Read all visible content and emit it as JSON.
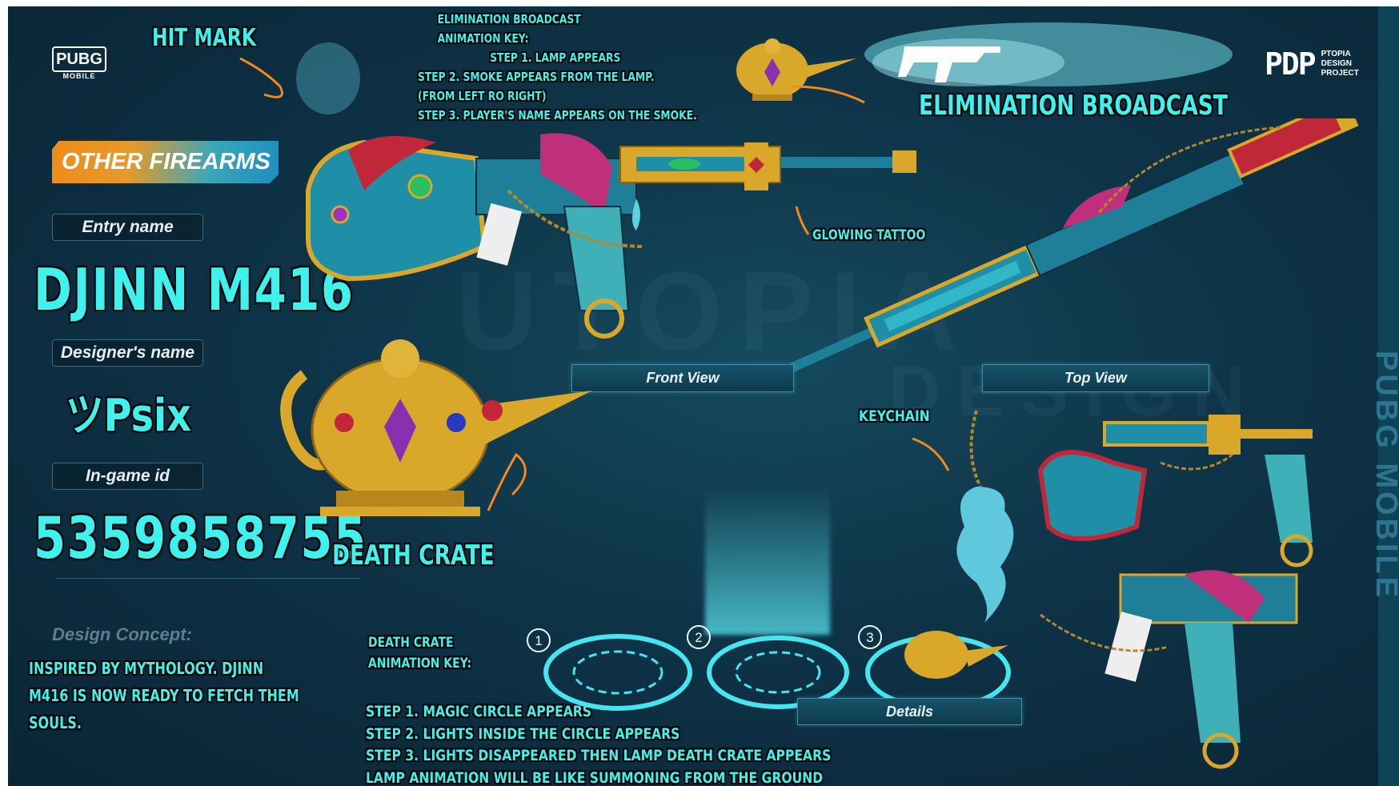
{
  "logos": {
    "pubg": "PUBG",
    "pubg_sub": "MOBILE",
    "pdp": "PDP",
    "pdp_text": [
      "PTOPIA",
      "DESIGN",
      "PROJECT"
    ]
  },
  "watermark": {
    "center": "UTOPIA",
    "center2": "DESIGN",
    "side": "PUBG MOBILE"
  },
  "hit_mark": "HIT MARK",
  "elimination": {
    "key_title": [
      "ELIMINATION BROADCAST",
      "ANIMATION KEY:"
    ],
    "steps": [
      "STEP 1. LAMP APPEARS",
      "STEP 2. SMOKE APPEARS FROM THE LAMP.",
      "(FROM LEFT RO RIGHT)",
      "STEP 3. PLAYER'S NAME APPEARS ON THE SMOKE."
    ],
    "label": "ELIMINATION BROADCAST"
  },
  "sidebar": {
    "category": "OTHER FIREARMS",
    "entry_label": "Entry name",
    "entry_value": "DJINN M416",
    "designer_label": "Designer's name",
    "designer_value": "ツPsix",
    "id_label": "In-game id",
    "id_value": "5359858755",
    "concept_label": "Design Concept:",
    "concept_lines": [
      "INSPIRED BY MYTHOLOGY. DJINN",
      "M416 IS NOW READY TO FETCH THEM",
      "SOULS."
    ]
  },
  "views": {
    "front": "Front View",
    "top": "Top View",
    "details": "Details"
  },
  "callouts": {
    "tattoo": "GLOWING TATTOO",
    "death_crate": "DEATH CRATE",
    "keychain": "KEYCHAIN"
  },
  "death_crate_key": {
    "title": [
      "DEATH CRATE",
      "ANIMATION KEY:"
    ],
    "numbers": [
      "1",
      "2",
      "3"
    ],
    "steps": [
      "STEP 1. MAGIC CIRCLE APPEARS",
      "STEP 2. LIGHTS INSIDE THE CIRCLE APPEARS",
      "STEP 3. LIGHTS DISAPPEARED THEN LAMP DEATH CRATE APPEARS",
      "LAMP ANIMATION WILL BE LIKE SUMMONING FROM THE GROUND"
    ]
  },
  "colors": {
    "accent": "#3ff2ee",
    "gold": "#d9a72a",
    "teal": "#1f8fa8",
    "magenta": "#c0307a",
    "orange": "#f08a1c",
    "background": "#0e3347"
  }
}
